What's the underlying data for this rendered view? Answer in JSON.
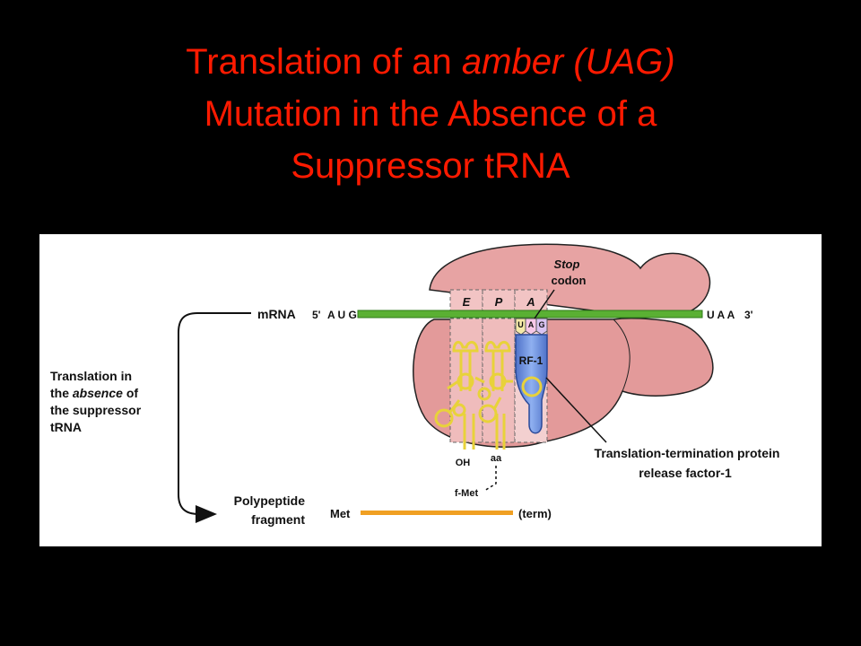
{
  "title": {
    "line1_pre": "Translation of an ",
    "line1_em": "amber (UAG)",
    "line2": "Mutation in the Absence of a",
    "line3": "Suppressor tRNA"
  },
  "diagram": {
    "side_label": {
      "line1": "Translation in",
      "line2_pre": "the ",
      "line2_em": "absence",
      "line2_post": " of",
      "line3": "the suppressor",
      "line4": "tRNA"
    },
    "mrna": {
      "label": "mRNA",
      "five_prime": "5'",
      "start_codon": "A U G",
      "end_codon": "U A A",
      "three_prime": "3'"
    },
    "sites": {
      "e": "E",
      "p": "P",
      "a": "A"
    },
    "codon_nts": [
      "U",
      "A",
      "G"
    ],
    "stop_codon": {
      "line1": "Stop",
      "line2": "codon"
    },
    "rf1_label": "RF-1",
    "trna_labels": {
      "oh": "OH",
      "aa": "aa"
    },
    "fmet_label": "f-Met",
    "rf_caption": {
      "line1": "Translation-termination protein",
      "line2": "release factor-1"
    },
    "polypeptide": {
      "line1": "Polypeptide",
      "line2": "fragment",
      "met": "Met",
      "term": "(term)"
    },
    "colors": {
      "mrna": "#5ab033",
      "ribosome": "#e8a0a0",
      "trna": "#e8d23a",
      "rf1": "#6f95e0",
      "peptide": "#f0a023",
      "title": "#ff1a00"
    }
  }
}
